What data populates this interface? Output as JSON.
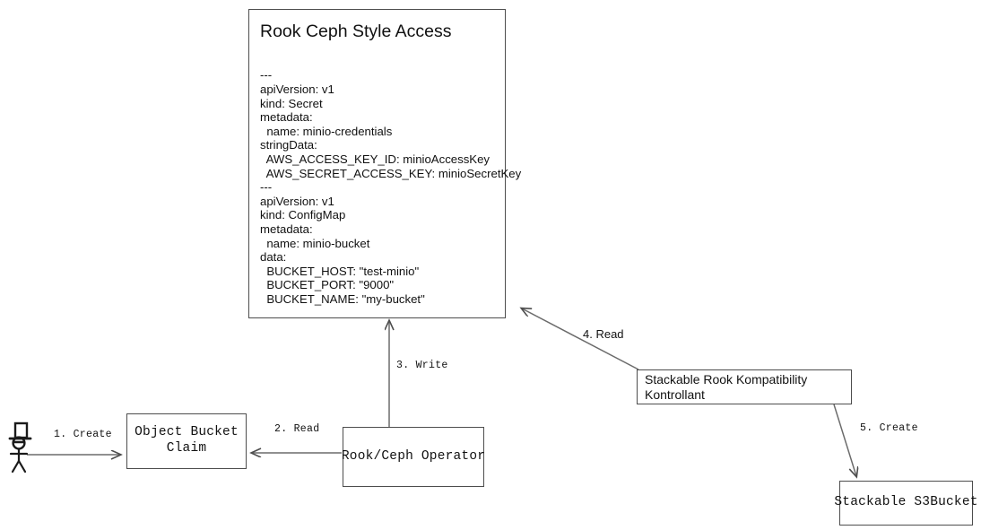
{
  "diagram": {
    "title_node": {
      "heading": "Rook Ceph Style Access",
      "yaml": "---\napiVersion: v1\nkind: Secret\nmetadata:\n  name: minio-credentials\nstringData:\n  AWS_ACCESS_KEY_ID: minioAccessKey\n  AWS_SECRET_ACCESS_KEY: minioSecretKey\n---\napiVersion: v1\nkind: ConfigMap\nmetadata:\n  name: minio-bucket\ndata:\n  BUCKET_HOST: \"test-minio\"\n  BUCKET_PORT: \"9000\"\n  BUCKET_NAME: \"my-bucket\""
    },
    "nodes": {
      "object_bucket_claim": "Object Bucket\nClaim",
      "rook_ceph_operator": "Rook/Ceph Operator",
      "kontrollant": "Stackable Rook Kompatibility Kontrollant",
      "s3bucket": "Stackable S3Bucket"
    },
    "edges": [
      {
        "id": "create-obc",
        "label": "1. Create"
      },
      {
        "id": "read-obc",
        "label": "2. Read"
      },
      {
        "id": "write-secret",
        "label": "3. Write"
      },
      {
        "id": "read-secret",
        "label": "4. Read"
      },
      {
        "id": "create-s3bucket",
        "label": "5. Create"
      }
    ],
    "actor": "stick-figure-user",
    "colors": {
      "stroke": "#4d4d4d",
      "text": "#111111",
      "background": "#ffffff"
    }
  }
}
